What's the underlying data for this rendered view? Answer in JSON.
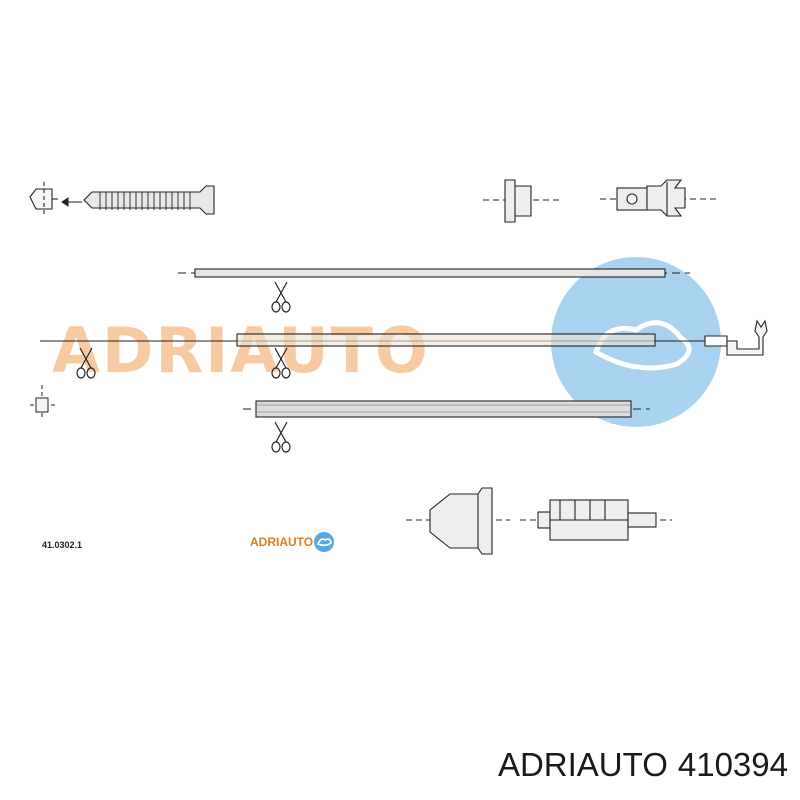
{
  "drawing": {
    "part_number": "41.0302.1",
    "watermark_text": "ADRIAUTO",
    "small_logo_text": "ADRIAUTO",
    "brand_colors": {
      "orange": "#f0a35a",
      "blue": "#5aa9de"
    }
  },
  "caption": {
    "brand": "ADRIAUTO",
    "code": "410394"
  }
}
